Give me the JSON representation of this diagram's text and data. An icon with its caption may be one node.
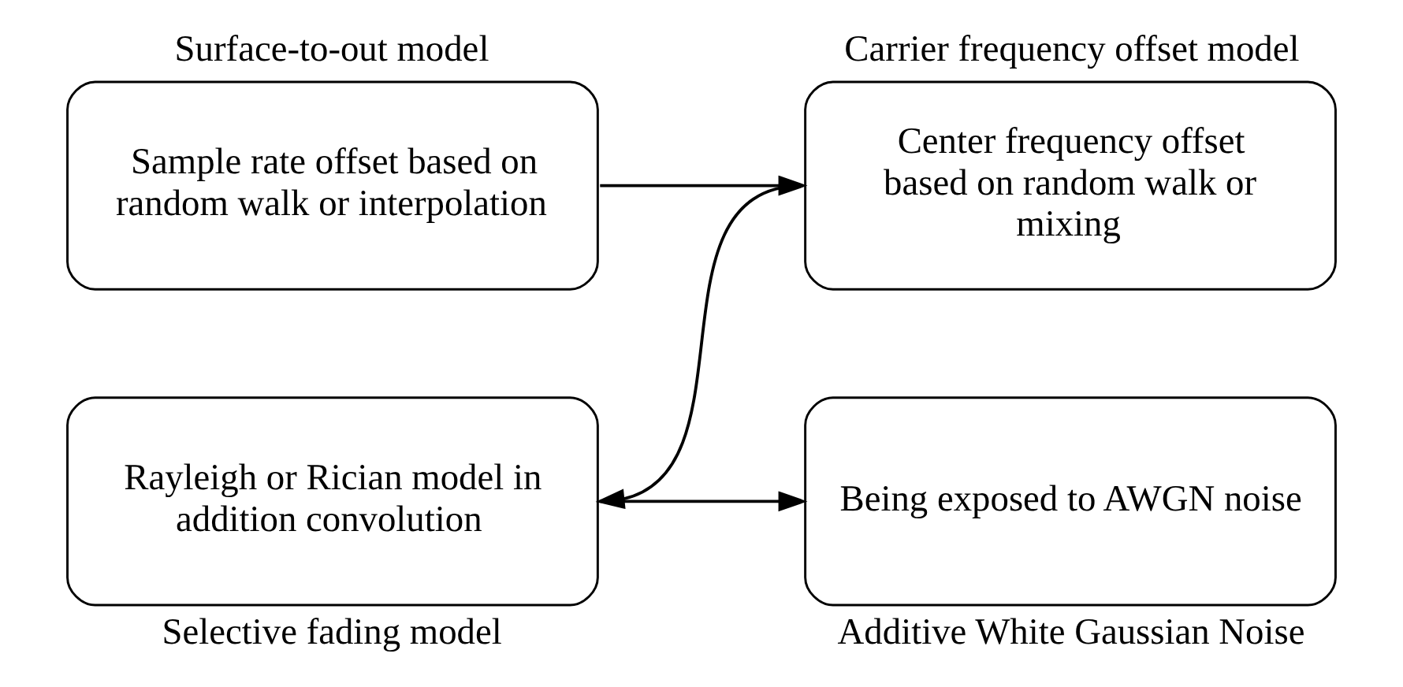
{
  "diagram": {
    "nodes": [
      {
        "text": [
          "Sample rate offset based on random walk or interpolation"
        ],
        "beside": [
          "Surface-to-out model"
        ]
      },
      {
        "text": [
          "Center frequency offset based on random walk or mixing"
        ],
        "beside": [
          "Carrier frequency offset model"
        ]
      },
      {
        "text": [
          "Rayleigh or Rician model in addition convolution"
        ],
        "beside": [
          "Selective fading model"
        ]
      },
      {
        "text": [
          "Being exposed to AWGN noise"
        ],
        "beside": [
          "Additive White Gaussian Noise"
        ]
      }
    ],
    "edges": [
      {
        "from": 0,
        "to": 1,
        "arrow": "to"
      },
      {
        "from": 1,
        "to": 2,
        "arrow": "to"
      },
      {
        "from": 2,
        "to": 3,
        "arrow": "to"
      }
    ]
  }
}
